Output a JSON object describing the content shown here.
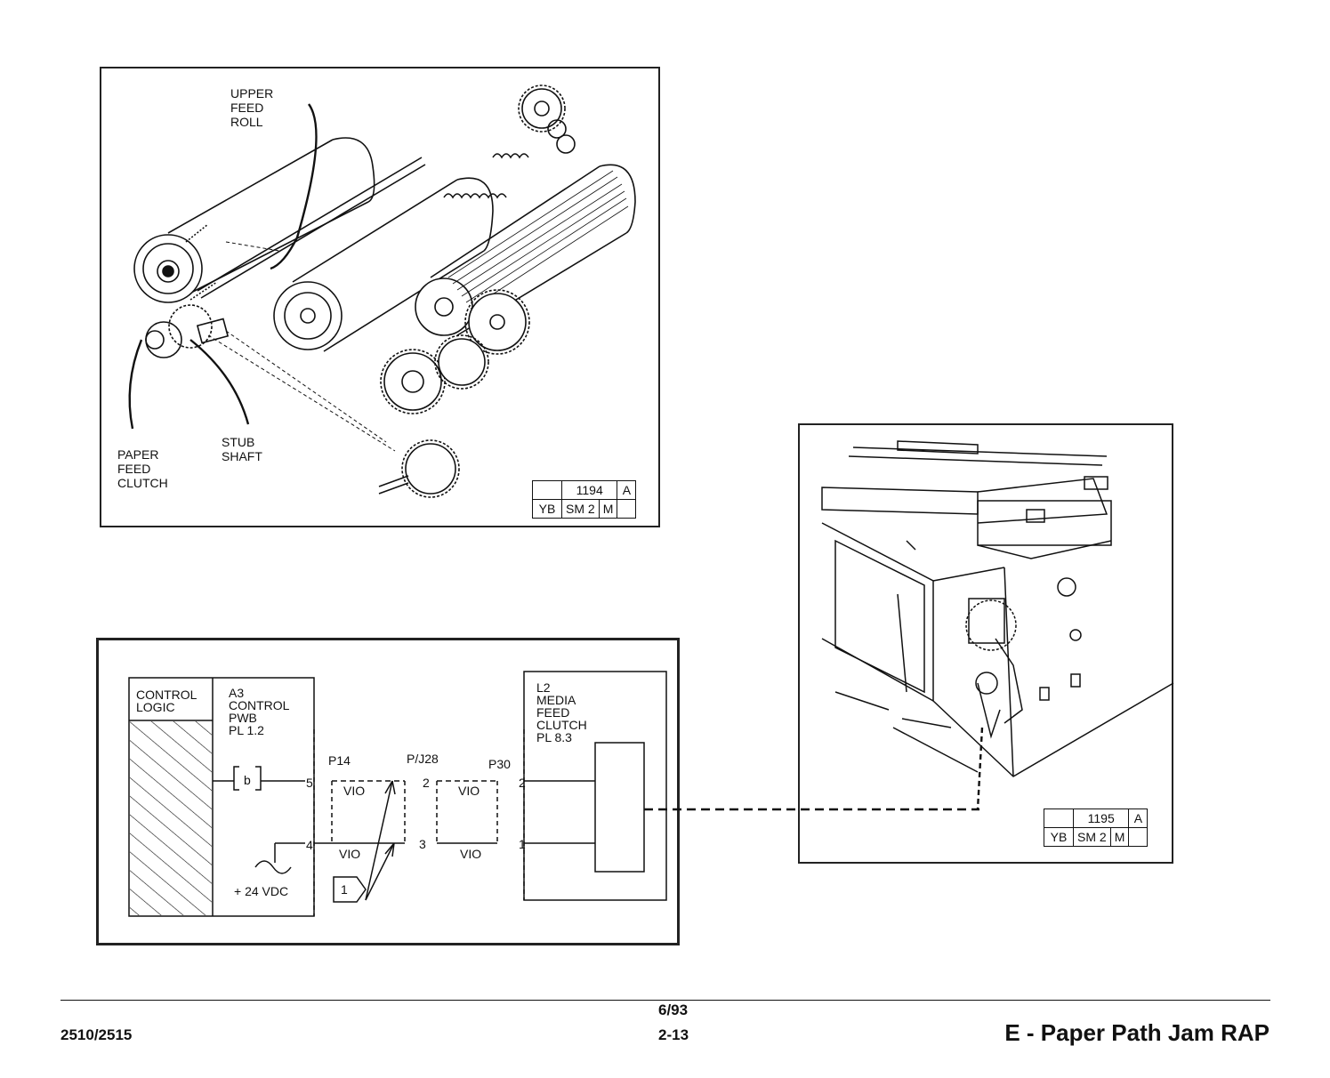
{
  "figure1": {
    "labels": {
      "upper_feed_roll": "UPPER\nFEED\nROLL",
      "paper_feed_clutch": "PAPER\nFEED\nCLUTCH",
      "stub_shaft": "STUB\nSHAFT"
    },
    "code": {
      "number": "1194",
      "rev": "A",
      "c1": "YB",
      "c2": "SM 2",
      "c3": "M"
    }
  },
  "figure2": {
    "code": {
      "number": "1195",
      "rev": "A",
      "c1": "YB",
      "c2": "SM 2",
      "c3": "M"
    }
  },
  "schematic": {
    "control_logic": "CONTROL\nLOGIC",
    "pwb": "A3\nCONTROL\nPWB\nPL 1.2",
    "clutch": "L2\nMEDIA\nFEED\nCLUTCH\nPL 8.3",
    "b_label": "b",
    "p14": "P14",
    "pj28": "P/J28",
    "p30": "P30",
    "pin5": "5",
    "pin4": "4",
    "pin2a": "2",
    "pin3": "3",
    "pin2b": "2",
    "pin1": "1",
    "wire_top_a": "VIO",
    "wire_top_b": "VIO",
    "wire_bot_a": "VIO",
    "wire_bot_b": "VIO",
    "supply": "+ 24 VDC",
    "callout": "1"
  },
  "footer": {
    "model": "2510/2515",
    "date": "6/93",
    "page": "2-13",
    "title": "E - Paper Path Jam RAP"
  }
}
